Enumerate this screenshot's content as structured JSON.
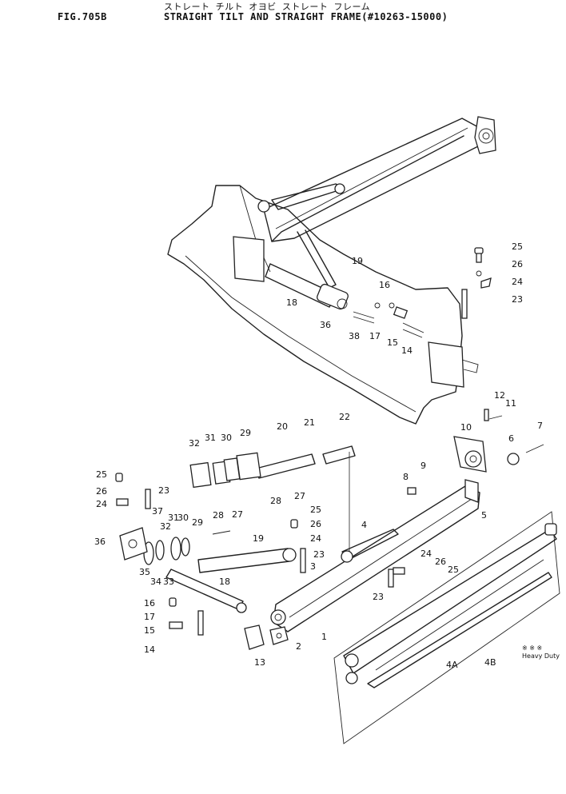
{
  "header": {
    "figure_id": "FIG.705B",
    "title_japanese": "ストレート チルト オヨビ ストレート フレーム",
    "title_english": "STRAIGHT TILT AND STRAIGHT FRAME(#10263-15000)"
  },
  "note": {
    "marks": "※ ※ ※",
    "text": "Heavy Duty"
  },
  "callouts": [
    "1",
    "2",
    "3",
    "4",
    "4A",
    "4B",
    "5",
    "6",
    "7",
    "8",
    "9",
    "10",
    "11",
    "12",
    "13",
    "14",
    "15",
    "16",
    "17",
    "18",
    "19",
    "20",
    "21",
    "22",
    "23",
    "24",
    "25",
    "26",
    "27",
    "28",
    "29",
    "30",
    "31",
    "32",
    "33",
    "34",
    "35",
    "36",
    "37",
    "38"
  ]
}
